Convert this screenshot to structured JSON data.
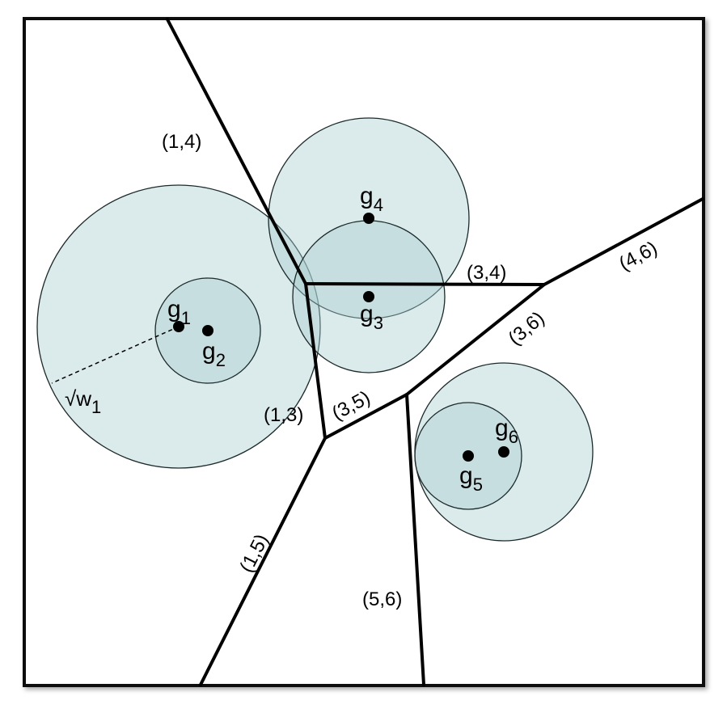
{
  "colors": {
    "circle_fill": "#a9cdcf",
    "circle_fill_opacity": 0.42,
    "edge": "#000000",
    "site": "#000000"
  },
  "edge_labels": {
    "e14": "(1,4)",
    "e34": "(3,4)",
    "e46": "(4,6)",
    "e36": "(3,6)",
    "e13": "(1,3)",
    "e35": "(3,5)",
    "e15": "(1,5)",
    "e56": "(5,6)"
  },
  "sites": {
    "g1": {
      "base": "g",
      "sub": "1"
    },
    "g2": {
      "base": "g",
      "sub": "2"
    },
    "g3": {
      "base": "g",
      "sub": "3"
    },
    "g4": {
      "base": "g",
      "sub": "4"
    },
    "g5": {
      "base": "g",
      "sub": "5"
    },
    "g6": {
      "base": "g",
      "sub": "6"
    }
  },
  "weight_label": {
    "base": "√w",
    "sub": "1"
  }
}
